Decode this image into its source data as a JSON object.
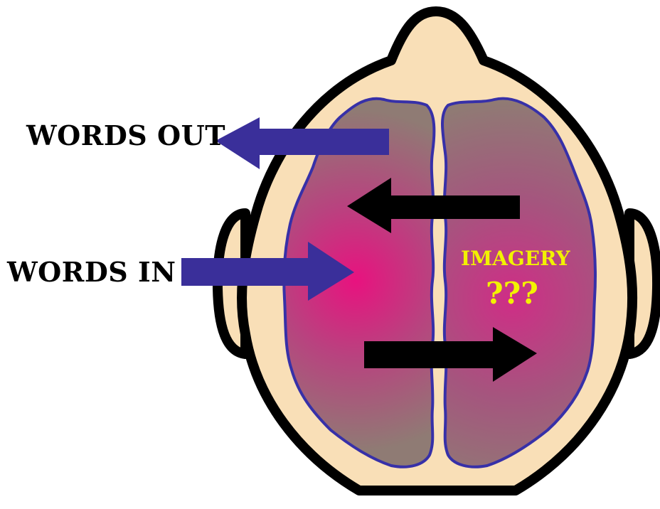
{
  "labels": {
    "words_out": "WORDS OUT",
    "words_in": "WORDS IN",
    "imagery": "IMAGERY",
    "question": "???"
  },
  "icons": {
    "head": "head-top-view-icon",
    "brain": "brain-hemispheres-icon"
  },
  "colors": {
    "skin": "#f9dfb7",
    "outline": "#000000",
    "brain_base": "#8f7b74",
    "brain_outline": "#3730a8",
    "activation": "#e8127f",
    "blue_arrow": "#3a2f9a",
    "black_arrow": "#000000",
    "highlight_text": "#f2f200"
  }
}
